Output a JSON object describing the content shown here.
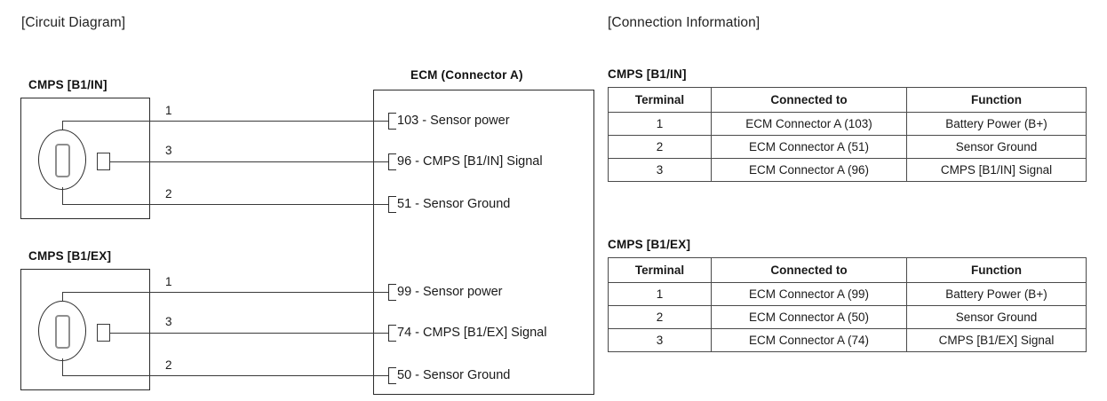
{
  "titles": {
    "circuit": "[Circuit Diagram]",
    "connection": "[Connection Information]"
  },
  "circuit": {
    "ecm_label": "ECM (Connector A)",
    "sensors": [
      {
        "name": "CMPS [B1/IN]",
        "terminals": [
          {
            "number": "1",
            "ecm_pin": "103",
            "ecm_text": "103 - Sensor power"
          },
          {
            "number": "3",
            "ecm_pin": "96",
            "ecm_text": "96 - CMPS [B1/IN] Signal"
          },
          {
            "number": "2",
            "ecm_pin": "51",
            "ecm_text": "51 - Sensor Ground"
          }
        ]
      },
      {
        "name": "CMPS [B1/EX]",
        "terminals": [
          {
            "number": "1",
            "ecm_pin": "99",
            "ecm_text": "99 - Sensor power"
          },
          {
            "number": "3",
            "ecm_pin": "74",
            "ecm_text": "74 - CMPS [B1/EX] Signal"
          },
          {
            "number": "2",
            "ecm_pin": "50",
            "ecm_text": "50 - Sensor Ground"
          }
        ]
      }
    ]
  },
  "connection_info": {
    "columns": [
      "Terminal",
      "Connected to",
      "Function"
    ],
    "tables": [
      {
        "label": "CMPS [B1/IN]",
        "rows": [
          [
            "1",
            "ECM Connector A (103)",
            "Battery Power (B+)"
          ],
          [
            "2",
            "ECM Connector A (51)",
            "Sensor Ground"
          ],
          [
            "3",
            "ECM Connector A (96)",
            "CMPS [B1/IN] Signal"
          ]
        ]
      },
      {
        "label": "CMPS [B1/EX]",
        "rows": [
          [
            "1",
            "ECM Connector A (99)",
            "Battery Power (B+)"
          ],
          [
            "2",
            "ECM Connector A (50)",
            "Sensor Ground"
          ],
          [
            "3",
            "ECM Connector A (74)",
            "CMPS [B1/EX] Signal"
          ]
        ]
      }
    ]
  }
}
